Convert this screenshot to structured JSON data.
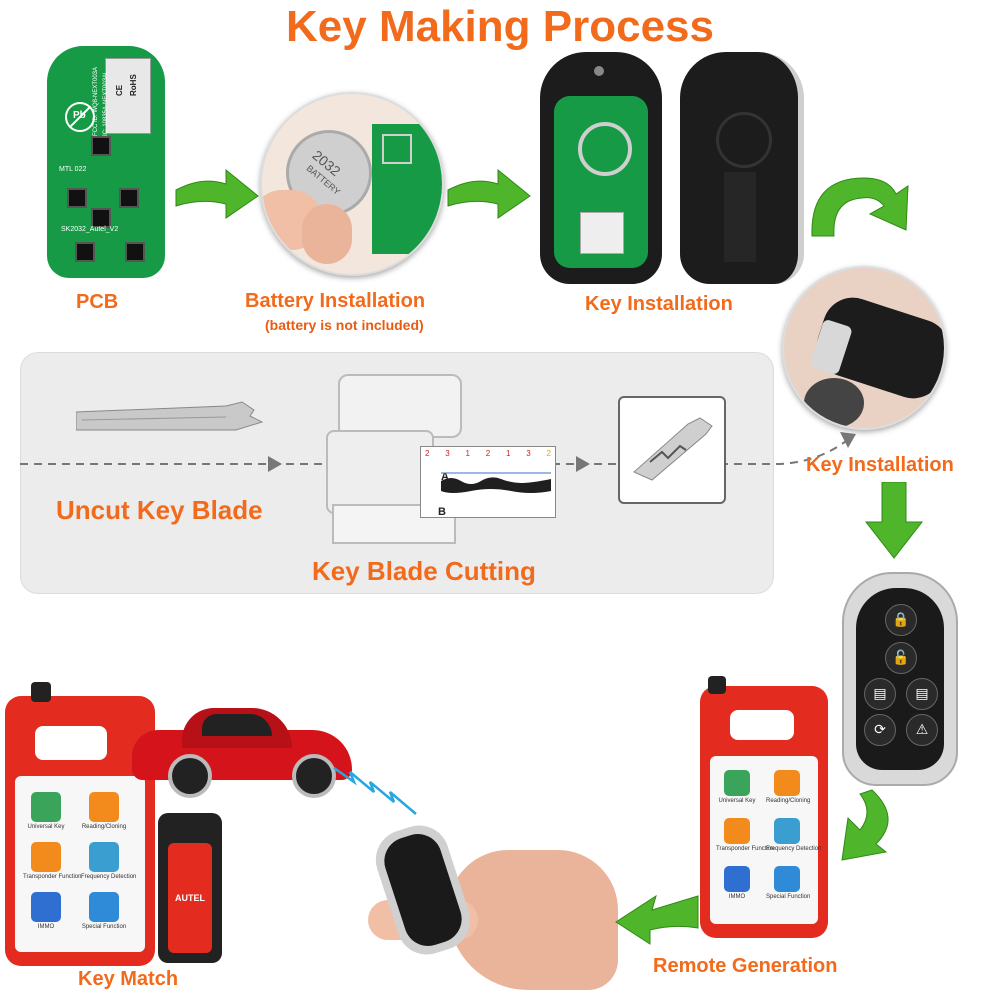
{
  "title": "Key Making Process",
  "steps": {
    "pcb": "PCB",
    "battery": "Battery Installation",
    "battery_note": "(battery is not included)",
    "key_installation_1": "Key Installation",
    "key_installation_2": "Key Installation",
    "uncut_blade": "Uncut Key Blade",
    "blade_cutting": "Key Blade Cutting",
    "remote_generation": "Remote Generation",
    "key_match": "Key Match"
  },
  "pcb_text": {
    "fcc": "FCC ID: WQ8-NEXT003A",
    "ic": "IC: 10835A-NEXT003AL",
    "ce": "CE",
    "rohs": "RoHS",
    "pb": "Pb",
    "mtl": "MTL 022",
    "model": "SK2032_Autel_V2"
  },
  "battery_text": {
    "model": "2032",
    "brand": "BATTERY"
  },
  "machine_chart": {
    "numbers": [
      "2",
      "3",
      "1",
      "2",
      "1",
      "3",
      "2"
    ],
    "row_a": "A",
    "row_b": "B"
  },
  "device_tiles": [
    {
      "label": "Universal Key",
      "color": "#3aa55a"
    },
    {
      "label": "Reading/Cloning",
      "color": "#f28a1c"
    },
    {
      "label": "Transponder Function",
      "color": "#f28a1c"
    },
    {
      "label": "Frequency Detection",
      "color": "#3a9fd0"
    },
    {
      "label": "IMMO",
      "color": "#2f6fd1"
    },
    {
      "label": "Special Function",
      "color": "#2f8ad8"
    }
  ],
  "dongle_brand": "AUTEL",
  "colors": {
    "accent": "#f26a1b",
    "arrow_green": "#4fb52a",
    "panel": "#ececec",
    "device_red": "#e32b1f"
  },
  "icons": [
    "curved-arrow-icon",
    "dashed-arrow-icon",
    "signal-zigzag-icon",
    "lock-icon",
    "unlock-icon",
    "trunk-icon",
    "remote-start-icon",
    "panic-icon"
  ]
}
